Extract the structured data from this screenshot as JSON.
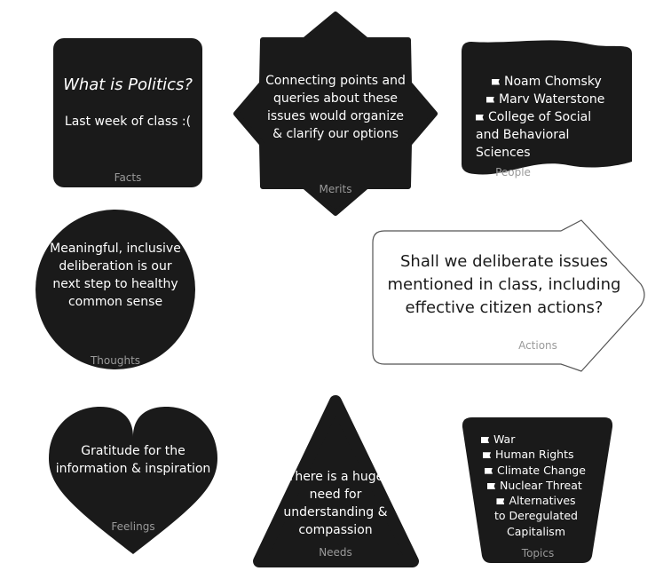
{
  "facts": {
    "title": "What is Politics?",
    "body": "Last week of class :(",
    "label": "Facts"
  },
  "merits": {
    "body": "Connecting points and queries about these issues would organize & clarify our options",
    "label": "Merits"
  },
  "people": {
    "items": [
      "Noam Chomsky",
      "Marv Waterstone",
      "College of Social and Behavioral Sciences"
    ],
    "label": "People"
  },
  "thoughts": {
    "body": "Meaningful, inclusive deliberation is our next step to healthy common sense",
    "label": "Thoughts"
  },
  "actions": {
    "body": "Shall we deliberate issues mentioned in class, including effective citizen actions?",
    "label": "Actions"
  },
  "feelings": {
    "body": "Gratitude for the information & inspiration",
    "label": "Feelings"
  },
  "needs": {
    "body": "There is a huge need for understanding & compassion",
    "label": "Needs"
  },
  "topics": {
    "items": [
      "War",
      "Human Rights",
      "Climate Change",
      "Nuclear Threat",
      "Alternatives to Deregulated Capitalism"
    ],
    "label": "Topics"
  },
  "colors": {
    "fill": "#1a1a1a",
    "text": "#ffffff",
    "label": "#9a9a9a",
    "outline": "#555555"
  }
}
